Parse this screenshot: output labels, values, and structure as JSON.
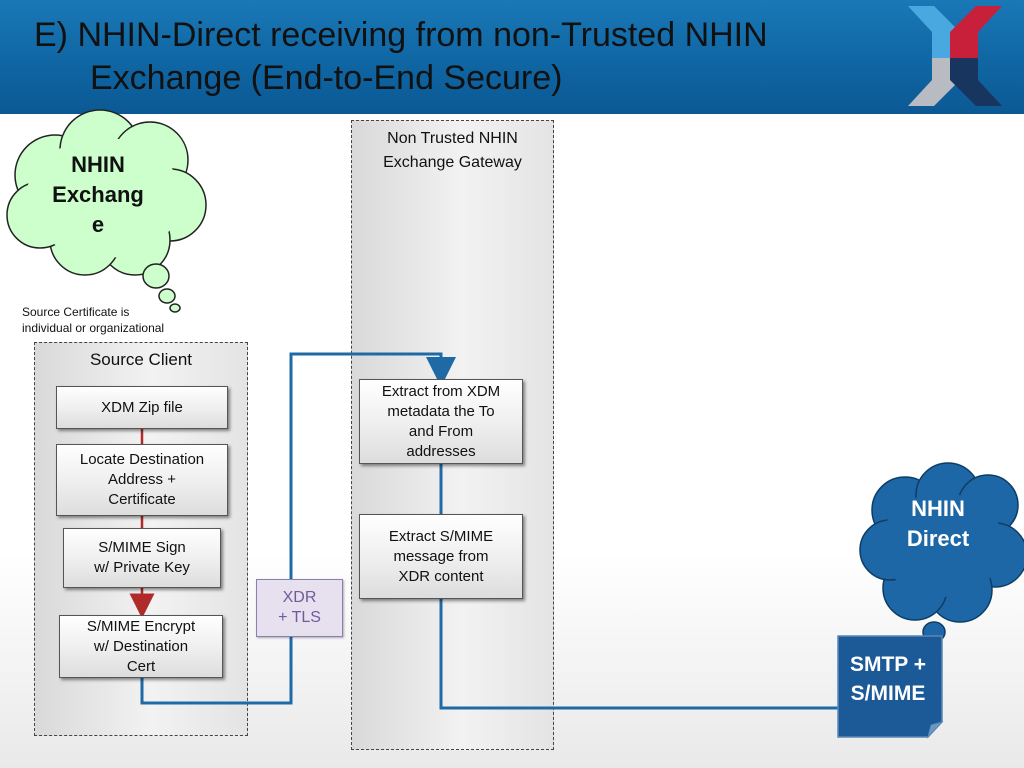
{
  "header": {
    "title_line1": "E) NHIN-Direct receiving from non-Trusted NHIN",
    "title_line2": "Exchange (End-to-End Secure)"
  },
  "clouds": {
    "exchange": "NHIN\nExchang\ne",
    "direct": "NHIN\nDirect"
  },
  "note": "Source Certificate is\nindividual or organizational",
  "source_client": {
    "label": "Source Client",
    "steps": [
      "XDM Zip file",
      "Locate Destination\nAddress +\nCertificate",
      "S/MIME Sign\nw/ Private Key",
      "S/MIME Encrypt\nw/ Destination\nCert"
    ]
  },
  "gateway": {
    "label": "Non Trusted NHIN\nExchange Gateway",
    "steps": [
      "Extract from XDM\nmetadata the To\nand From\naddresses",
      "Extract S/MIME\nmessage from\nXDR content"
    ]
  },
  "transport": "XDR\n+ TLS",
  "endpoint": "SMTP +\nS/MIME",
  "colors": {
    "header_bg": "#1273b0",
    "flow_line": "#1f6aa5",
    "red_arrow": "#b02a2a",
    "direct_cloud": "#1e67a6",
    "exchange_cloud": "#ccffcc",
    "xdr_bg": "#e6e0ef"
  }
}
